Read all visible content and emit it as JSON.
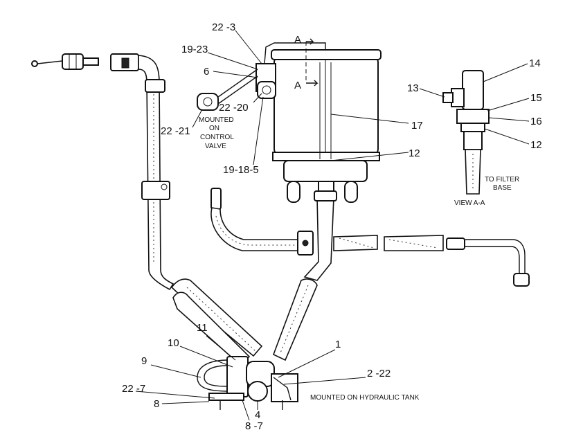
{
  "callouts": {
    "c1": "1",
    "c2_22": "2 -22",
    "c4": "4",
    "c6": "6",
    "c8": "8",
    "c8_7": "8 -7",
    "c9": "9",
    "c10": "10",
    "c11": "11",
    "c12_top": "12",
    "c12_view": "12",
    "c13": "13",
    "c14": "14",
    "c15": "15",
    "c16": "16",
    "c17": "17",
    "c19_18_5": "19-18-5",
    "c19_23": "19-23",
    "c22_3": "22 -3",
    "c22_7": "22 -7",
    "c22_20": "22 -20",
    "c22_21": "22 -21"
  },
  "notes": {
    "control_valve": [
      "MOUNTED",
      "ON",
      "CONTROL",
      "VALVE"
    ],
    "hydraulic_tank": "MOUNTED ON HYDRAULIC TANK",
    "filter_base": [
      "TO FILTER",
      "BASE"
    ],
    "view_label": "VIEW A-A",
    "section_mark_top": "A",
    "section_mark_bottom": "A"
  }
}
